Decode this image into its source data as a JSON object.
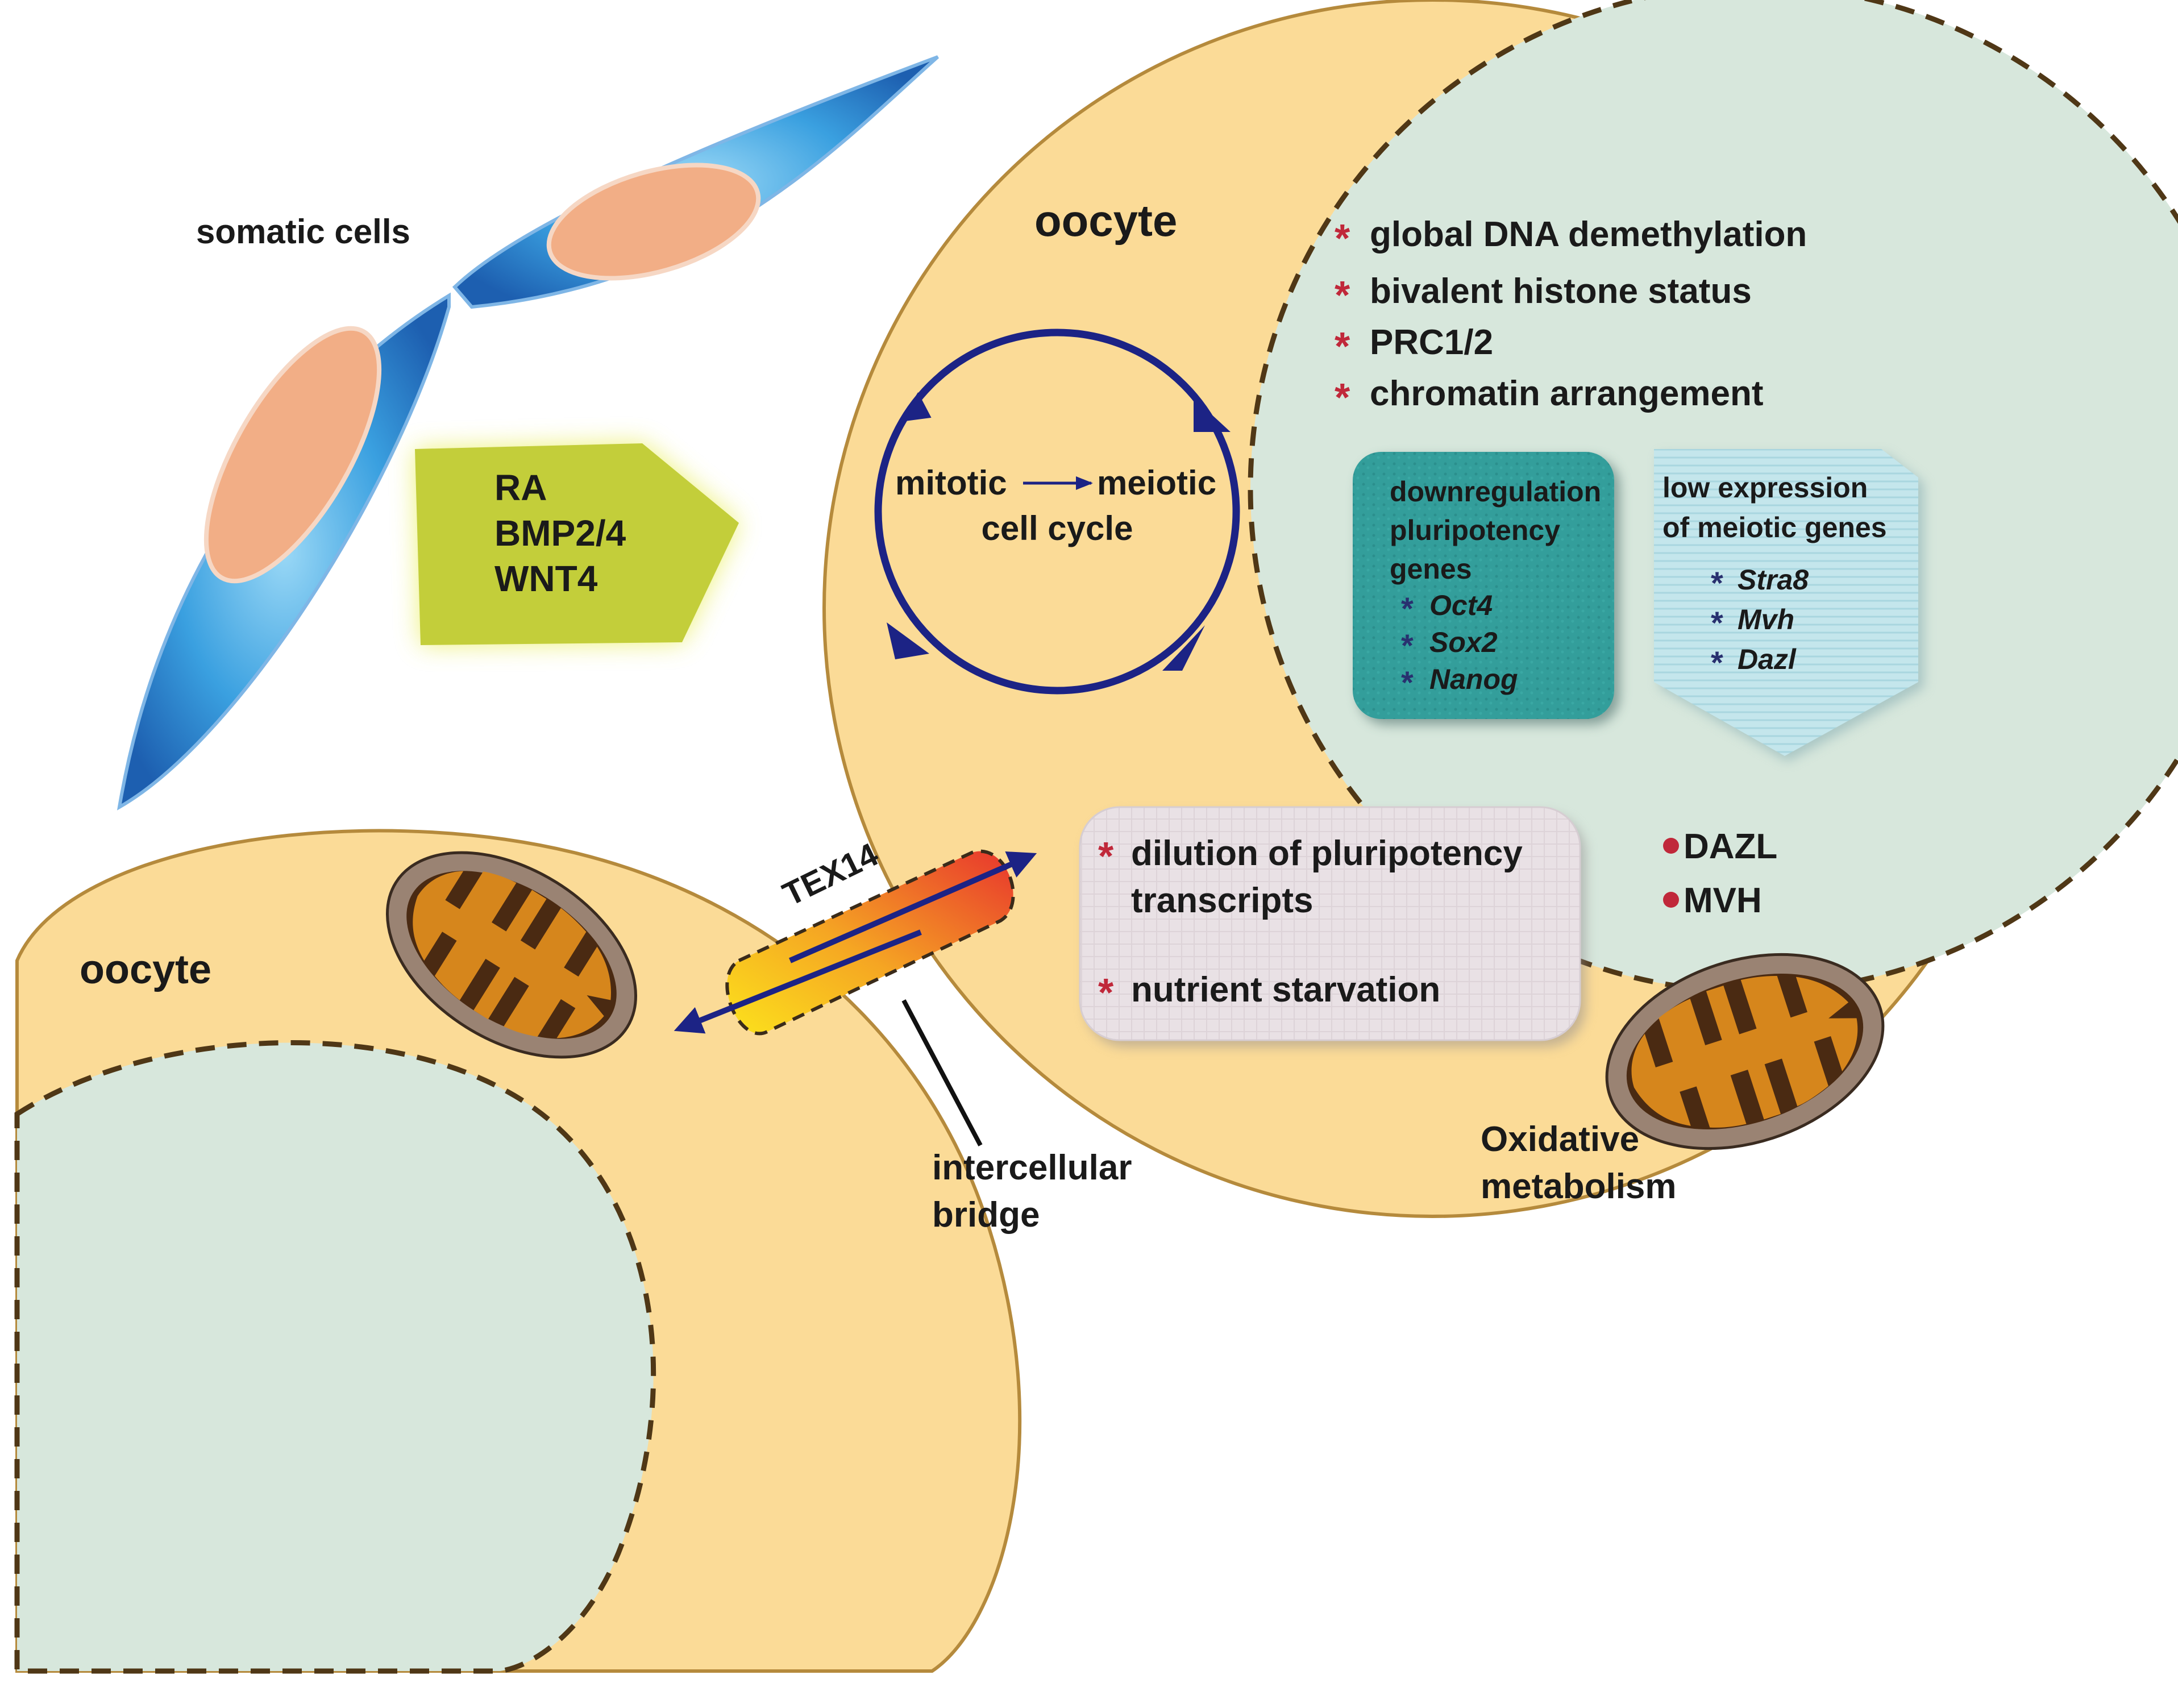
{
  "labels": {
    "somatic_cells": "somatic cells",
    "oocyte_right": "oocyte",
    "oocyte_left": "oocyte",
    "tex14": "TEX14",
    "intercellular_bridge_1": "intercellular",
    "intercellular_bridge_2": "bridge",
    "oxidative_1": "Oxidative",
    "oxidative_2": "metabolism"
  },
  "signals": [
    "RA",
    "BMP2/4",
    "WNT4"
  ],
  "cell_cycle": {
    "from": "mitotic",
    "to": "meiotic",
    "caption": "cell cycle"
  },
  "nucleus_items": [
    "global DNA demethylation",
    "bivalent histone status",
    "PRC1/2",
    "chromatin arrangement"
  ],
  "pluripotency_box": {
    "title_lines": [
      "downregulation",
      "pluripotency",
      "genes"
    ],
    "genes": [
      "Oct4",
      "Sox2",
      "Nanog"
    ]
  },
  "meiotic_box": {
    "title_lines": [
      "low expression",
      "of meiotic genes"
    ],
    "genes": [
      "Stra8",
      "Mvh",
      "Dazl"
    ]
  },
  "cytoplasm_box": {
    "items": [
      [
        "dilution of pluripotency",
        "transcripts"
      ],
      [
        "nutrient starvation"
      ]
    ]
  },
  "proteins": [
    "DAZL",
    "MVH"
  ],
  "colors": {
    "oocyte_fill": "#fbdb97",
    "oocyte_stroke": "#b58a3c",
    "nucleus_fill": "#d7e7dc",
    "dashed": "#4f3716",
    "somatic_blue": "#2e8fd6",
    "somatic_nucleus": "#f2ae86",
    "signal_box": "#c3ce3a",
    "cycle_blue": "#1c2385",
    "teal_box": "#2f9c9a",
    "light_blue_box": "#bfe3ea",
    "cyto_box": "#e7dfe3",
    "red_star": "#c0283a",
    "blue_star": "#28306f",
    "mito_outer": "#9a8373",
    "mito_inner": "#d6861c"
  }
}
